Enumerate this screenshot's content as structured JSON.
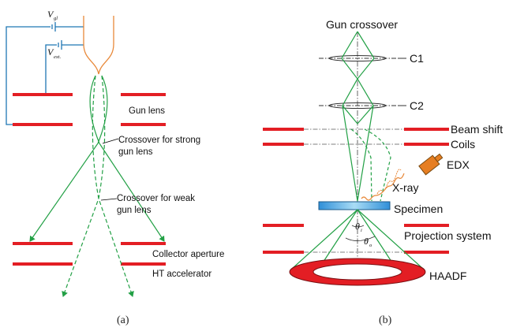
{
  "panel_a": {
    "symbols": {
      "v_gl": {
        "letter": "V",
        "subscript": "gl"
      },
      "v_ext": {
        "letter": "V",
        "subscript": "ext."
      }
    },
    "labels": {
      "gun_lens": "Gun lens",
      "crossover_strong_1": "Crossover for strong",
      "crossover_strong_2": "gun lens",
      "crossover_weak_1": "Crossover for weak",
      "crossover_weak_2": "gun lens",
      "collector_aperture": "Collector aperture",
      "ht_accelerator": "HT accelerator"
    },
    "caption": "(a)"
  },
  "panel_b": {
    "labels": {
      "gun_crossover": "Gun crossover",
      "c1": "C1",
      "c2": "C2",
      "beam_shift": "Beam shift",
      "coils": "Coils",
      "edx": "EDX",
      "xray": "X-ray",
      "specimen": "Specimen",
      "projection_system": "Projection system",
      "haadf": "HAADF"
    },
    "symbols": {
      "theta_i": {
        "letter": "θ",
        "subscript": "i"
      },
      "theta_o": {
        "letter": "θ",
        "subscript": "o"
      }
    },
    "caption": "(b)"
  },
  "colors": {
    "plate_red": "#e31e24",
    "beam_green": "#22a045",
    "circuit_blue": "#1f77b4",
    "emitter_orange": "#e8893a",
    "detector_orange": "#e67e22",
    "specimen_blue": "#4fb3e8",
    "axis_gray": "#555555"
  }
}
